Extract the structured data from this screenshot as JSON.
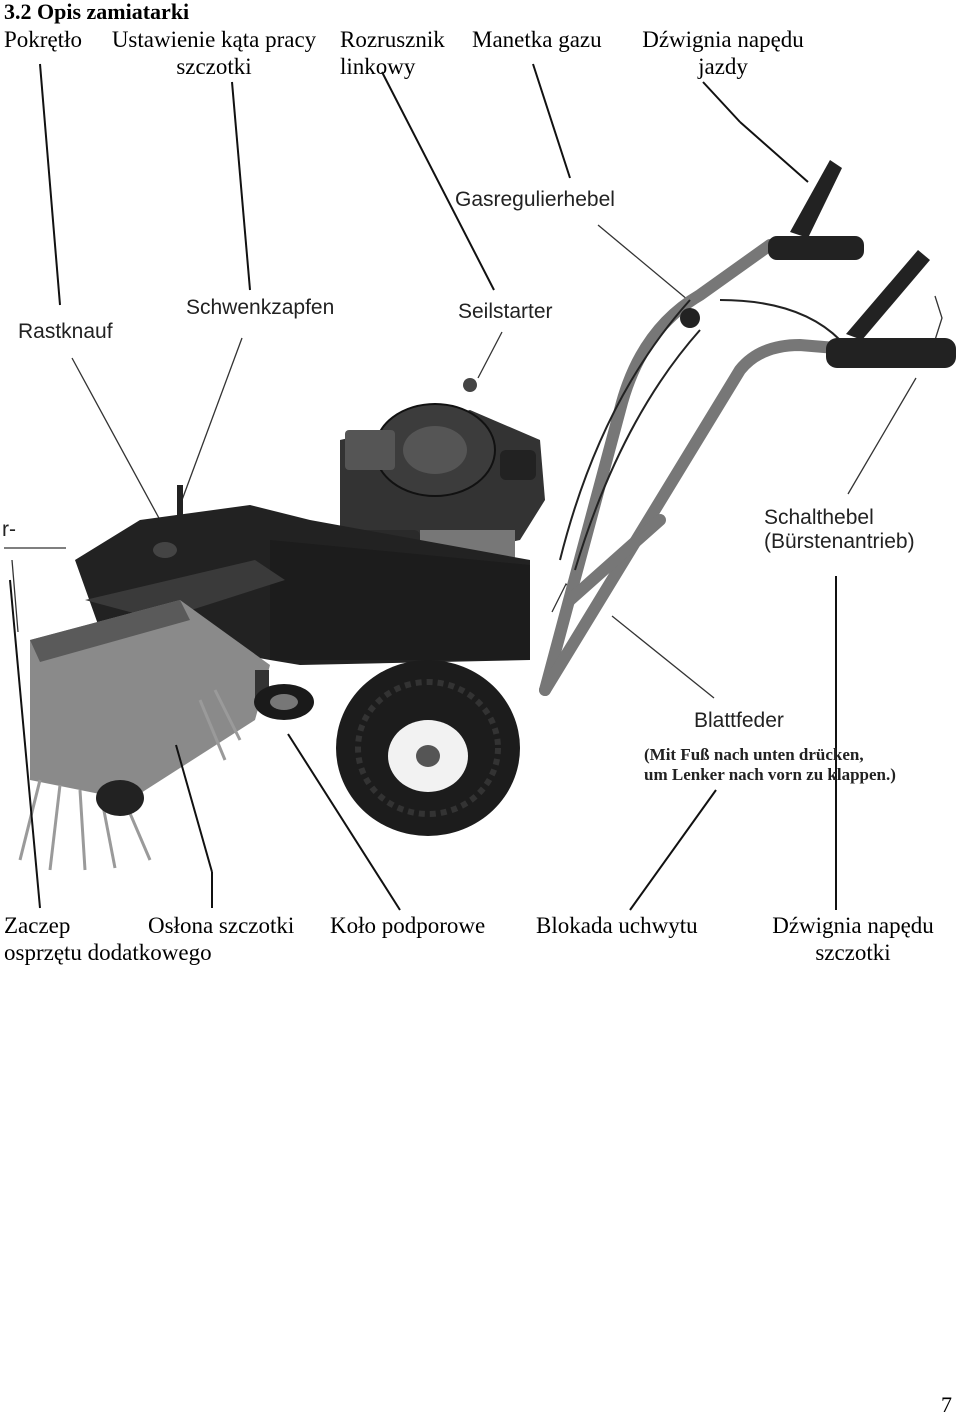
{
  "heading": "3.2 Opis zamiatarki",
  "top_labels": {
    "knob": "Pokrętło",
    "brush_angle_1": "Ustawienie kąta pracy",
    "brush_angle_2": "szczotki",
    "starter_1": "Rozrusznik",
    "starter_2": "linkowy",
    "throttle": "Manetka gazu",
    "drive_lever_1": "Dźwignia napędu",
    "drive_lever_2": "jazdy"
  },
  "bottom_labels": {
    "hitch_1": "Zaczep",
    "hitch_2": "osprzętu dodatkowego",
    "brush_guard": "Osłona szczotki",
    "support_wheel": "Koło podporowe",
    "handle_lock": "Blokada uchwytu",
    "brush_lever_1": "Dźwignia napędu",
    "brush_lever_2": "szczotki"
  },
  "figure_labels": {
    "rastknauf": "Rastknauf",
    "schwenkzapfen": "Schwenkzapfen",
    "gasregulierhebel": "Gasregulierhebel",
    "seilstarter": "Seilstarter",
    "schalthebel_1": "Schalthebel",
    "schalthebel_2": "(Bürstenantrieb)",
    "blattfeder": "Blattfeder",
    "blattfeder_note_1": "(Mit Fuß nach unten drücken,",
    "blattfeder_note_2": "um Lenker nach vorn zu klappen.)",
    "edge_fragment": "r-"
  },
  "page_number": "7"
}
